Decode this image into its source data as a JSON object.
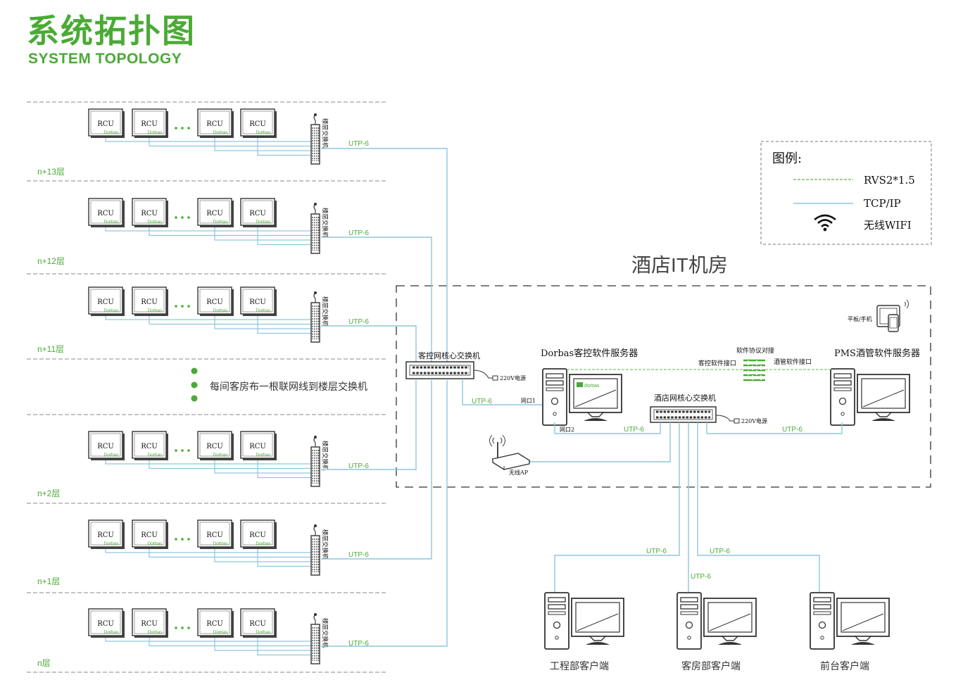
{
  "header": {
    "title_cn": "系统拓扑图",
    "title_en": "SYSTEM TOPOLOGY"
  },
  "floors": [
    {
      "label": "n+13层"
    },
    {
      "label": "n+12层"
    },
    {
      "label": "n+11层"
    },
    {
      "label": "n+2层"
    },
    {
      "label": "n+1层"
    },
    {
      "label": "n层"
    }
  ],
  "rcu": {
    "label": "RCU",
    "brand": "Dorbas"
  },
  "floor_switch_label": "楼层交换机",
  "uplink_label": "UTP-6",
  "note": {
    "text": "每间客房布一根联网线到楼层交换机"
  },
  "legend": {
    "title": "图例:",
    "items": [
      {
        "label": "RVS2*1.5",
        "color": "#5fb847"
      },
      {
        "label": "TCP/IP",
        "color": "#8fc6de"
      },
      {
        "label": "无线WIFI",
        "icon": "wifi-icon"
      }
    ]
  },
  "it_room": {
    "title": "酒店IT机房",
    "control_switch": "客控网核心交换机",
    "power_label": "220V电源",
    "dorbas_server": "Dorbas客控软件服务器",
    "dorbas_screen_brand": "dorbas",
    "pms_server": "PMS酒管软件服务器",
    "protocol": "软件协议对接",
    "ctrl_interface": "客控软件接口",
    "hotel_interface": "酒管软件接口",
    "hotel_switch": "酒店网核心交换机",
    "port1": "网口1",
    "port2": "网口2",
    "tablet": "平板/手机",
    "ap": "无线AP"
  },
  "clients": [
    {
      "label": "工程部客户端"
    },
    {
      "label": "客房部客户端"
    },
    {
      "label": "前台客户端"
    }
  ]
}
